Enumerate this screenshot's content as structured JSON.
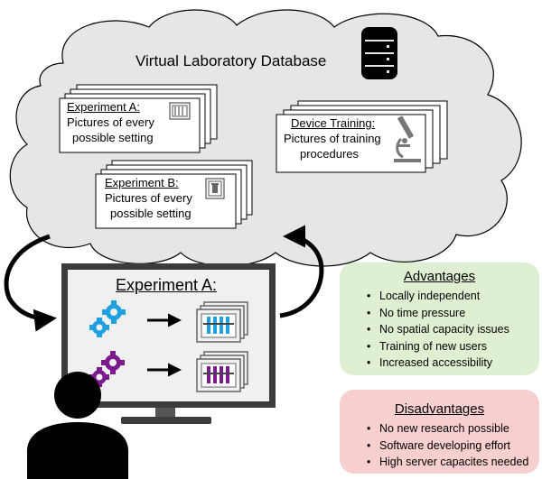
{
  "database": {
    "title": "Virtual Laboratory Database"
  },
  "cards": {
    "experiment_a": {
      "title": "Experiment A:",
      "line1": "Pictures of every",
      "line2": "possible setting"
    },
    "experiment_b": {
      "title": "Experiment B:",
      "line1": "Pictures of every",
      "line2": "possible setting"
    },
    "device_training": {
      "title": "Device Training:",
      "line1": "Pictures of training",
      "line2": "procedures"
    }
  },
  "monitor": {
    "title": "Experiment A:"
  },
  "advantages": {
    "title": "Advantages",
    "items": [
      "Locally independent",
      "No time pressure",
      "No spatial capacity issues",
      "Training of new users",
      "Increased accessibility"
    ]
  },
  "disadvantages": {
    "title": "Disadvantages",
    "items": [
      "No new research possible",
      "Software developing effort",
      "High server capacites needed"
    ]
  },
  "colors": {
    "cloud_fill": "#e6e6e6",
    "monitor_frame": "#3c3c3c",
    "screen_fill": "#f0f0f0",
    "gear_blue": "#1fa0e0",
    "gear_purple": "#7a1a8c",
    "advantages_fill": "#dff0d2",
    "disadvantages_fill": "#f8cfcf",
    "person": "#000000"
  }
}
